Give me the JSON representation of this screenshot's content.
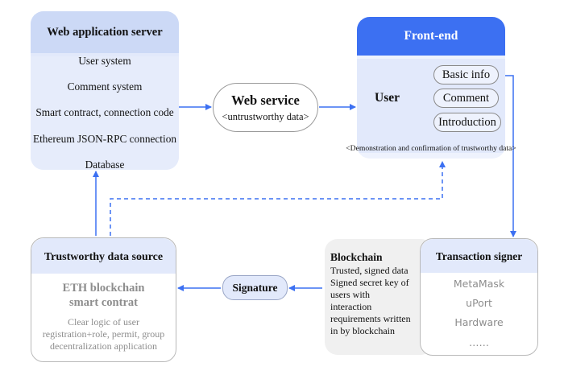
{
  "web_app_server": {
    "title": "Web application server",
    "items": [
      "User system",
      "Comment system",
      "Smart contract, connection code",
      "Ethereum JSON-RPC connection",
      "Database"
    ]
  },
  "web_service": {
    "title": "Web service",
    "subtitle": "<untrustworthy data>"
  },
  "front_end": {
    "title": "Front-end",
    "user_label": "User",
    "buttons": [
      "Basic info",
      "Comment",
      "Introduction"
    ],
    "note": "<Demonstration and confirmation of trustworthy data>"
  },
  "trust_source": {
    "title": "Trustworthy data source",
    "subtitle_line1": "ETH blockchain",
    "subtitle_line2": "smart contrat",
    "desc_lines": [
      "Clear logic of user",
      "registration+role, permit, group",
      "decentralization application"
    ]
  },
  "signature": {
    "label": "Signature"
  },
  "blockchain": {
    "title": "Blockchain",
    "desc_lines": [
      "Trusted, signed data",
      "Signed secret key of",
      "users with",
      "interaction",
      "requirements written",
      "in by blockchain"
    ]
  },
  "transaction_signer": {
    "title": "Transaction signer",
    "items": [
      "MetaMask",
      "uPort",
      "Hardware",
      "……"
    ]
  },
  "colors": {
    "arrow": "#3c70f2",
    "frontend_header": "#3c70f2",
    "box_fill": "#e2e9fb",
    "gray_text": "#8d8d8d"
  }
}
